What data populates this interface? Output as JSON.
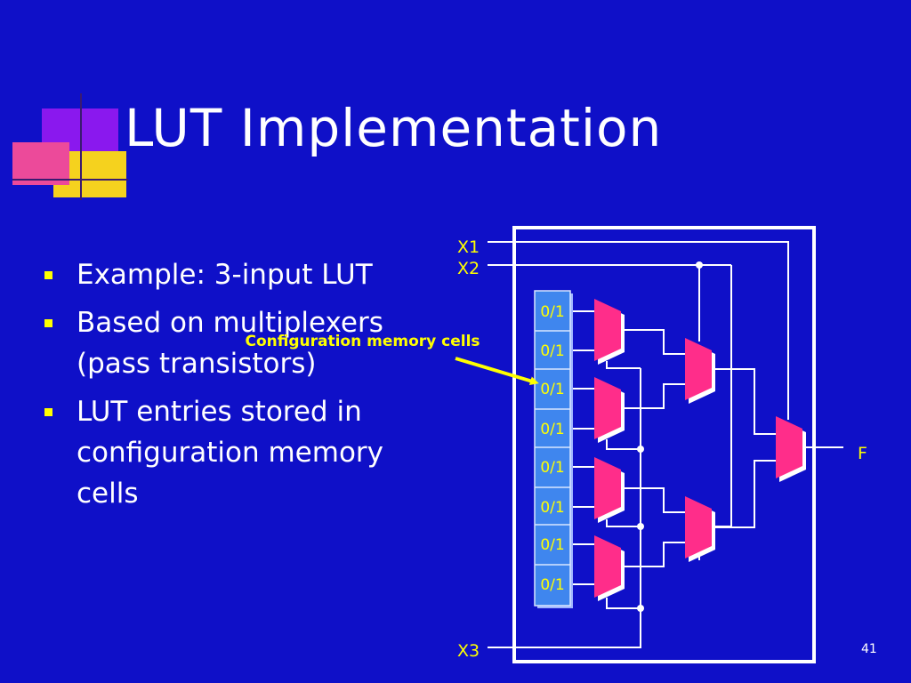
{
  "slide": {
    "title": "LUT Implementation",
    "bullets": [
      "Example: 3-input LUT",
      "Based on multiplexers (pass transistors)",
      "LUT entries stored in configuration memory cells"
    ],
    "slide_number": "41"
  },
  "diagram": {
    "callout": "Configuration memory cells",
    "inputs": [
      "X1",
      "X2",
      "X3"
    ],
    "output": "F",
    "cells": [
      "0/1",
      "0/1",
      "0/1",
      "0/1",
      "0/1",
      "0/1",
      "0/1",
      "0/1"
    ]
  },
  "colors": {
    "background": "#0f10c8",
    "mux": "#ff2d8a",
    "cell": "#3f86ee",
    "accent": "#ffff00",
    "wire": "#ffffff"
  }
}
